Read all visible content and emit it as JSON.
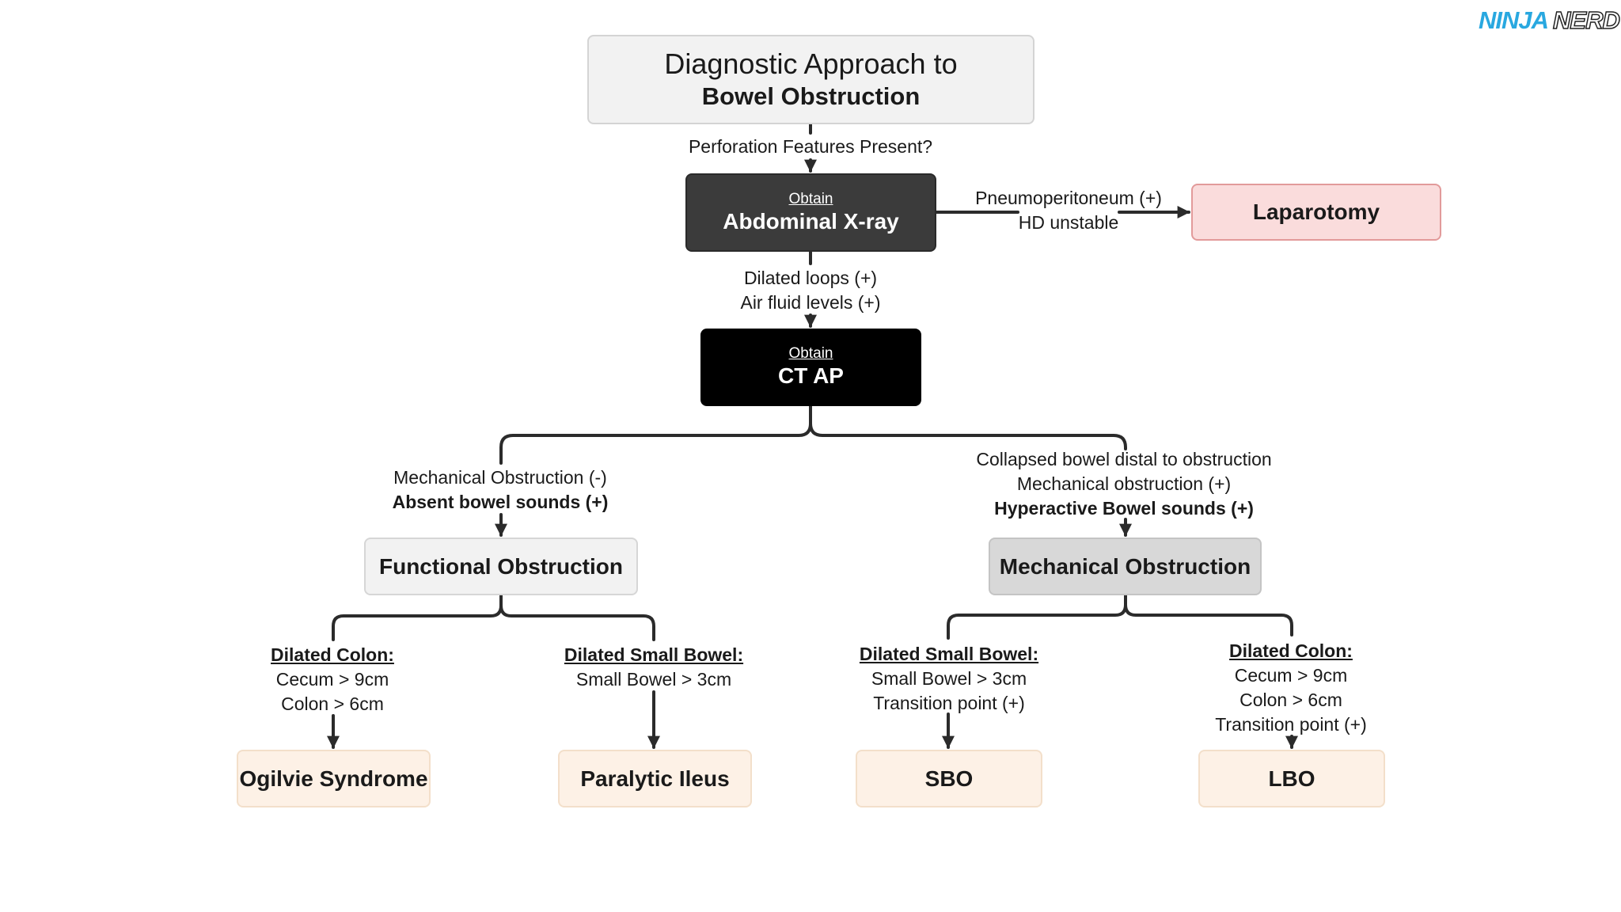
{
  "logo": {
    "word1": "NINJA",
    "word2": "NERD"
  },
  "nodes": {
    "title": {
      "line1": "Diagnostic Approach to",
      "line2": "Bowel Obstruction"
    },
    "xray": {
      "small": "Obtain",
      "big": "Abdominal X-ray"
    },
    "ct": {
      "small": "Obtain",
      "big": "CT AP"
    },
    "laparotomy": "Laparotomy",
    "functional": "Functional Obstruction",
    "mechanical": "Mechanical Obstruction",
    "ogilvie": "Ogilvie Syndrome",
    "paralytic": "Paralytic Ileus",
    "sbo": "SBO",
    "lbo": "LBO"
  },
  "labels": {
    "perforation": "Perforation Features Present?",
    "pneumo": [
      "Pneumoperitoneum (+)",
      "HD unstable"
    ],
    "dilated": [
      "Dilated loops (+)",
      "Air fluid levels (+)"
    ],
    "functional_branch": [
      "Mechanical Obstruction (-)",
      "Absent bowel sounds (+)"
    ],
    "mechanical_branch": [
      "Collapsed bowel distal to obstruction",
      "Mechanical obstruction (+)",
      "Hyperactive Bowel sounds (+)"
    ],
    "func_colon": {
      "heading": "Dilated Colon:",
      "lines": [
        "Cecum > 9cm",
        "Colon > 6cm"
      ]
    },
    "func_sb": {
      "heading": "Dilated Small Bowel:",
      "lines": [
        "Small Bowel > 3cm"
      ]
    },
    "mech_sb": {
      "heading": "Dilated Small Bowel:",
      "lines": [
        "Small Bowel > 3cm",
        "Transition point (+)"
      ]
    },
    "mech_colon": {
      "heading": "Dilated Colon:",
      "lines": [
        "Cecum > 9cm",
        "Colon > 6cm",
        "Transition point (+)"
      ]
    }
  },
  "colors": {
    "line": "#2b2b2b",
    "laparotomy_fill": "#fadcdc",
    "leaf_fill": "#fdf1e6",
    "xray_fill": "#3b3b3b",
    "ct_fill": "#000000"
  }
}
